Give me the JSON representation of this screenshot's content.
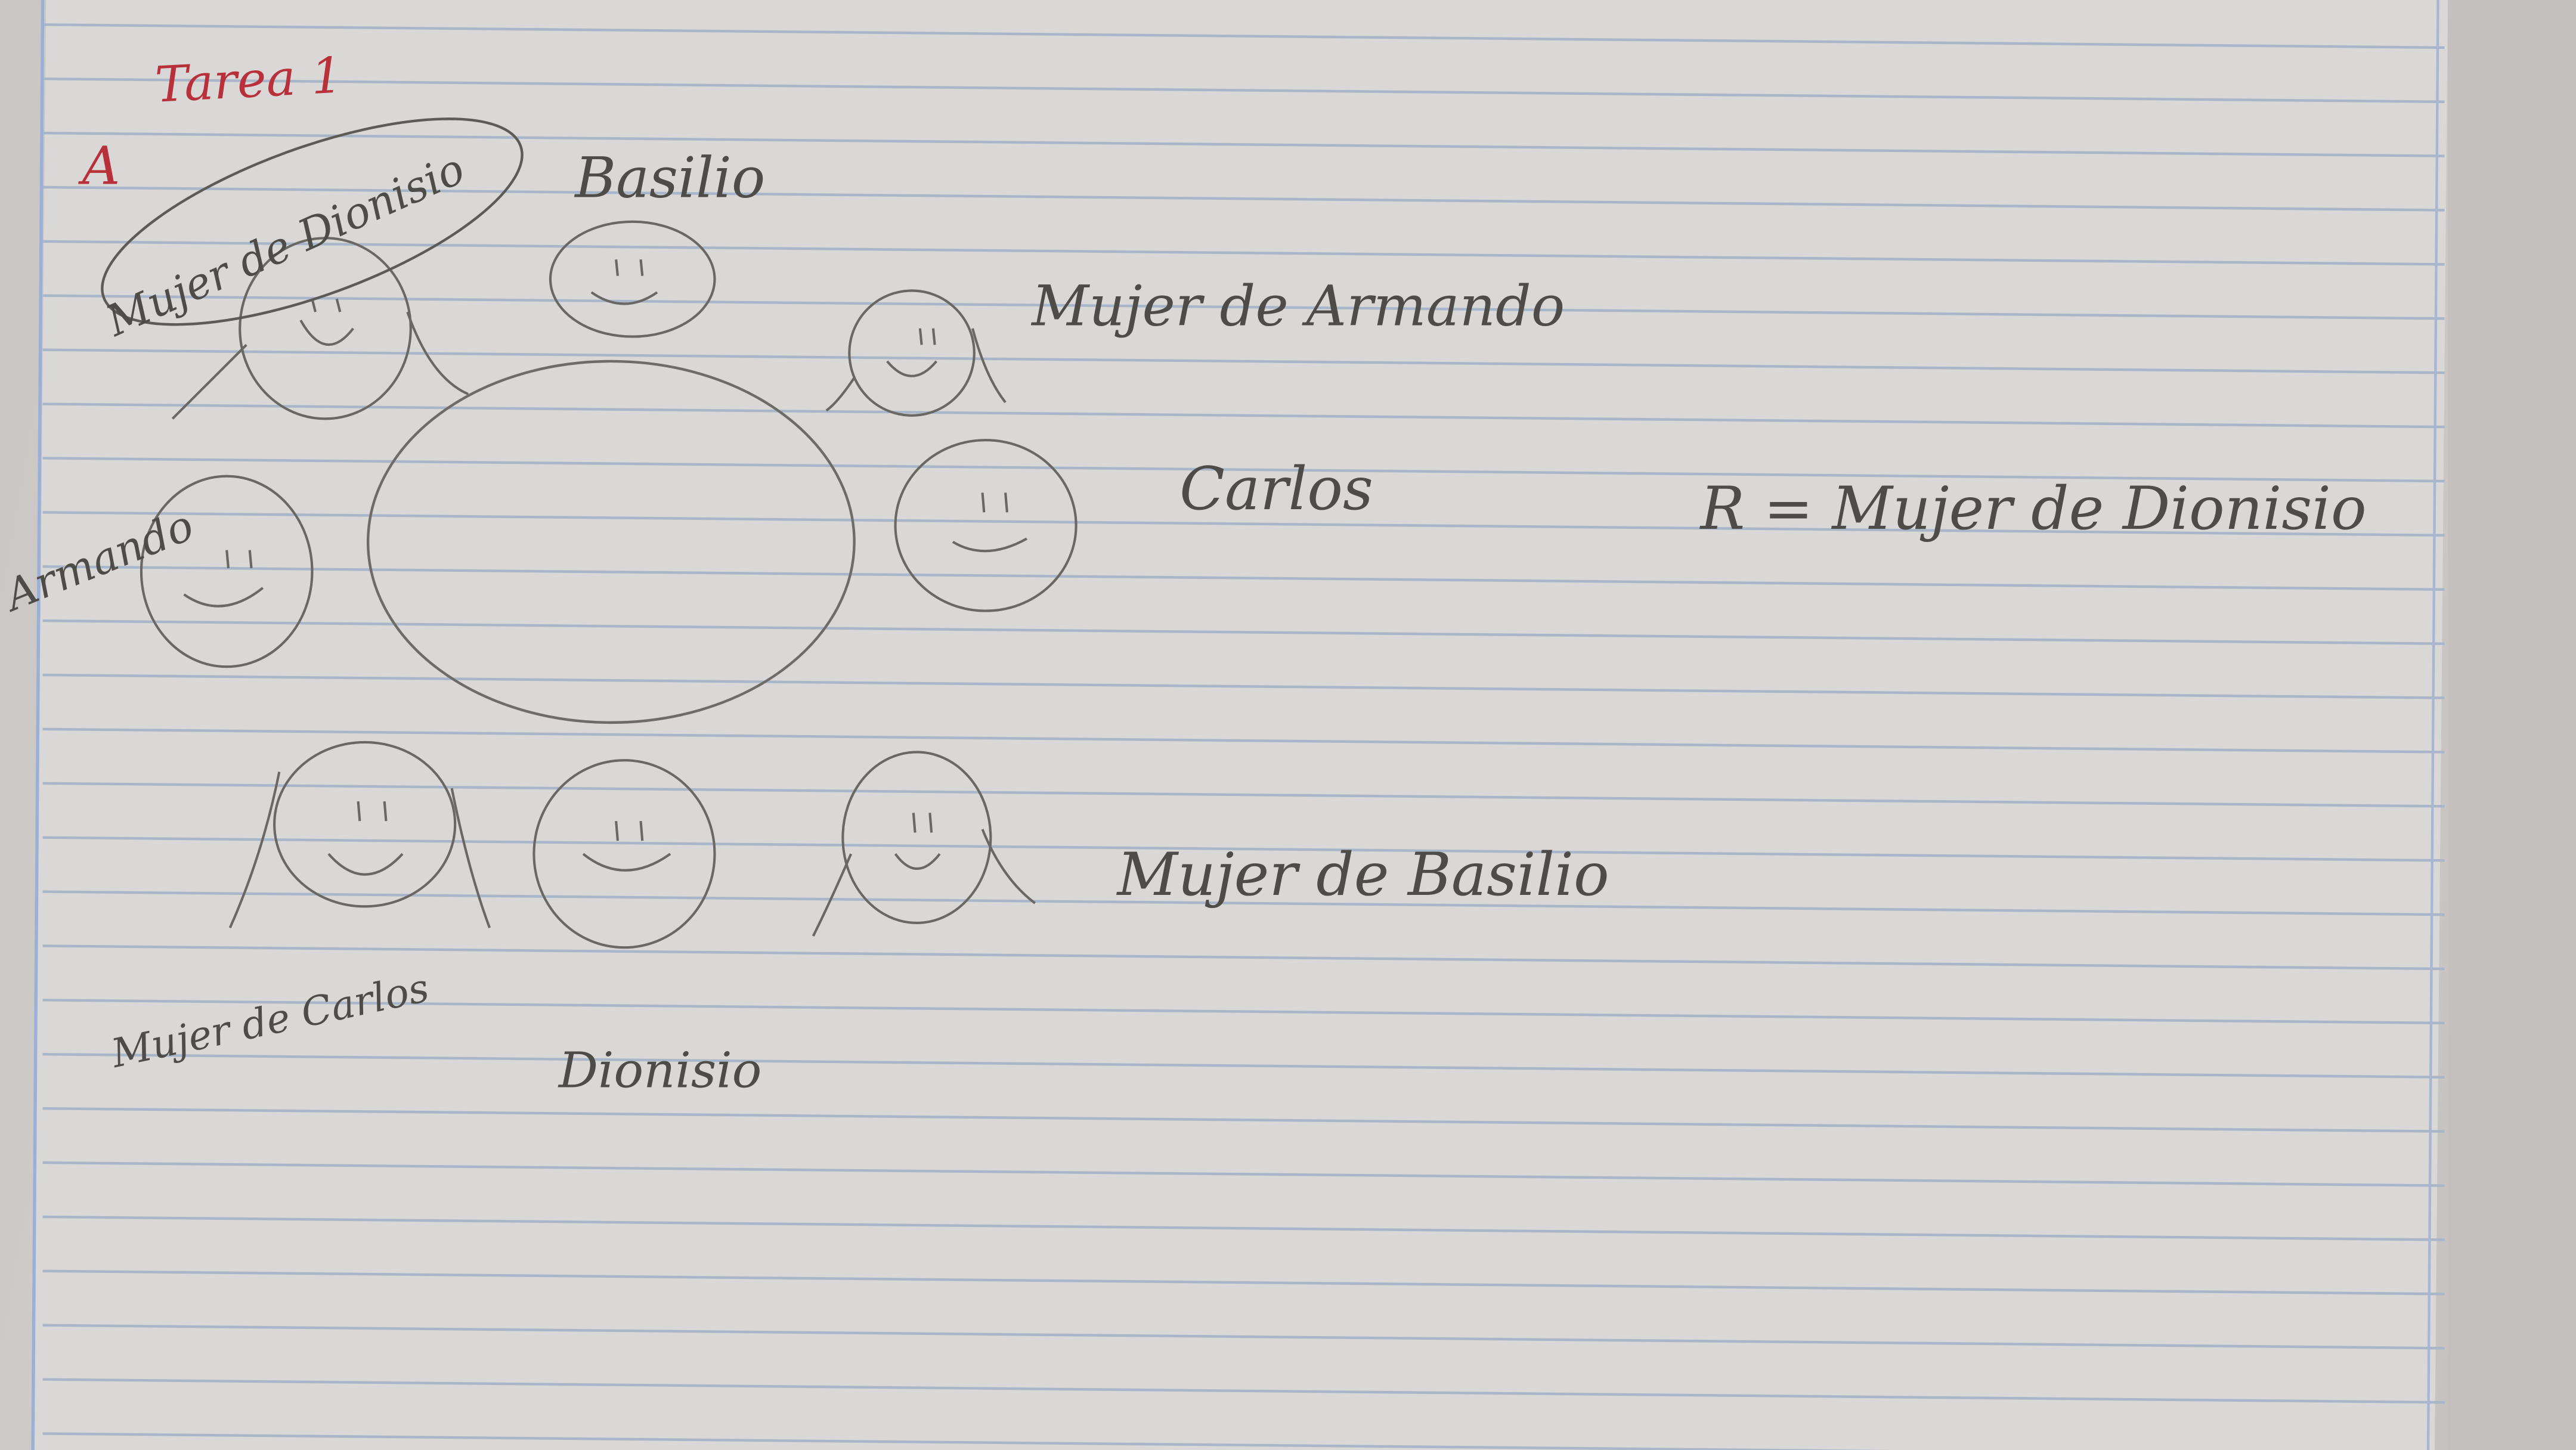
{
  "title": "Tarea 1",
  "answer_letter": "A",
  "labels": {
    "top_left": "Mujer de Dionisio",
    "top_center": "Basilio",
    "right_upper": "Mujer de Armando",
    "right_middle": "Carlos",
    "left": "Armando",
    "bottom_right": "Mujer de Basilio",
    "bottom_center": "Dionisio",
    "bottom_left": "Mujer de Carlos"
  },
  "answer": "R = Mujer de Dionisio",
  "colors": {
    "ink_red": "#b8303a",
    "ink_pencil": "#5a5854",
    "rule_line": "#9fb0c8",
    "margin_line": "#8ea8d6",
    "paper": "#d9d7d5"
  }
}
